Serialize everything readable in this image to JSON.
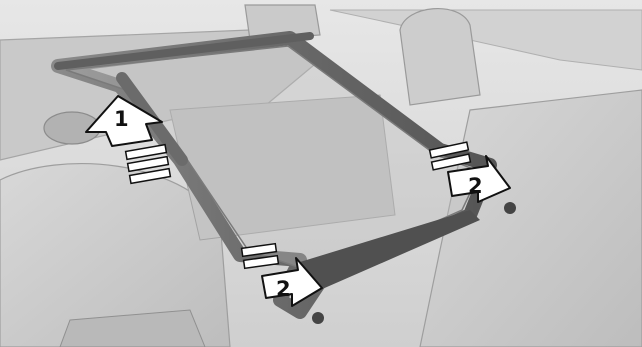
{
  "illustration": {
    "subject": "convertible-windscreen-removal",
    "callouts": [
      {
        "id": "lift-arrow",
        "label": "1"
      },
      {
        "id": "release-arrow-right",
        "label": "2"
      },
      {
        "id": "release-arrow-left",
        "label": "2"
      }
    ],
    "colors": {
      "background": "#dcdcdc",
      "frame": "#6f6f6f",
      "arrow_fill": "#ffffff",
      "arrow_stroke": "#111111"
    }
  }
}
